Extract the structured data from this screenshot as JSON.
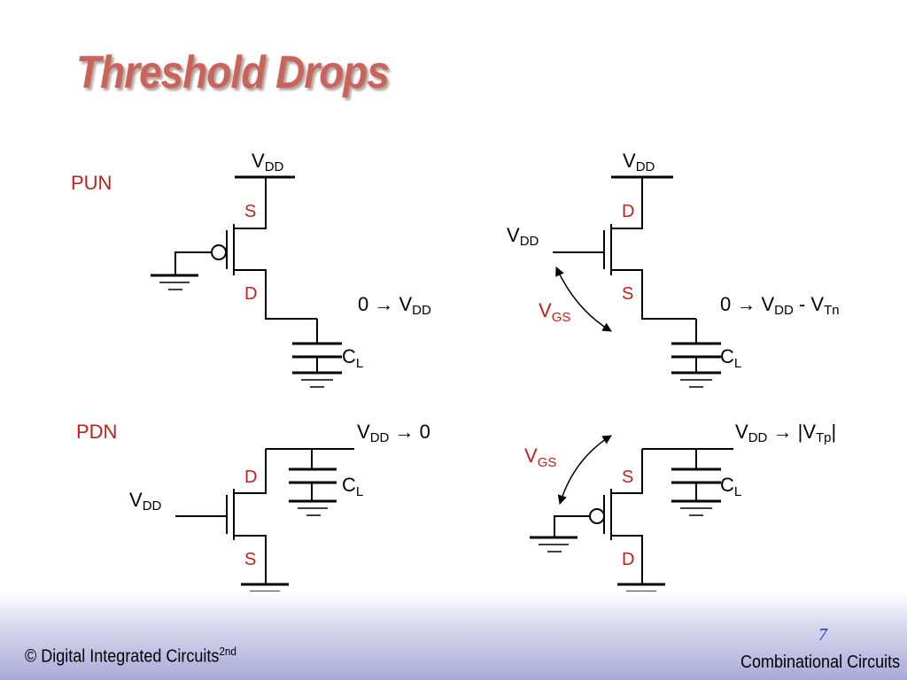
{
  "slide": {
    "title": "Threshold Drops",
    "page_number": "7"
  },
  "footer": {
    "left_text": "© Digital Integrated Circuits",
    "left_superscript": "2nd",
    "right_text": "Combinational Circuits"
  },
  "section_labels": {
    "pun": "PUN",
    "pdn": "PDN"
  },
  "symbols": {
    "v": "V",
    "dd": "DD",
    "c": "C",
    "l": "L",
    "s": "S",
    "d": "D",
    "gs": "GS",
    "tn": "Tn",
    "tp": "Tp"
  },
  "output_labels": {
    "pun_left_prefix": "0 → ",
    "pun_right_prefix": "0 → ",
    "pun_right_mid": " - ",
    "pdn_left_suffix": " → 0",
    "pdn_right_mid": " → |",
    "pdn_right_end": "|"
  }
}
